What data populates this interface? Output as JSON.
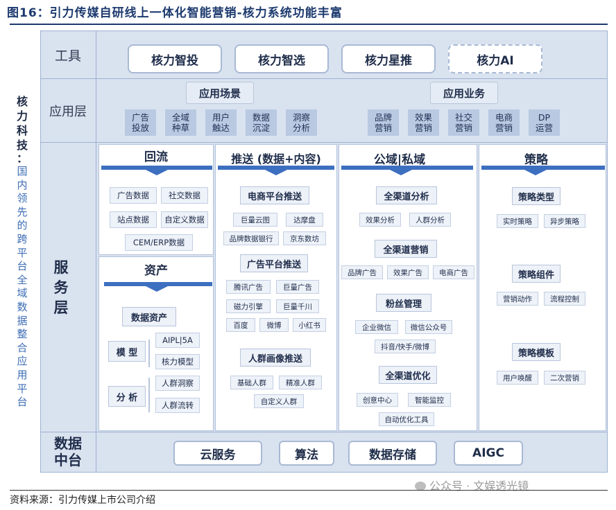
{
  "title": "图16：引力传媒自研线上一体化智能营销-核力系统功能丰富",
  "side": {
    "chars_dark": [
      "核",
      "力",
      "科",
      "技",
      "："
    ],
    "chars_blue": [
      "国",
      "内",
      "领",
      "先",
      "的",
      "跨",
      "平",
      "台",
      "全",
      "域",
      "数",
      "据",
      "整",
      "合",
      "应",
      "用",
      "平",
      "台"
    ]
  },
  "rows": {
    "tools": "工具",
    "app": "应用层",
    "service": [
      "服",
      "务",
      "层"
    ],
    "data": [
      "数据",
      "中台"
    ]
  },
  "tools": [
    "核力智投",
    "核力智选",
    "核力星推",
    "核力AI"
  ],
  "app": {
    "scene_title": "应用场景",
    "scene_items": [
      [
        "广告",
        "投放"
      ],
      [
        "全域",
        "种草"
      ],
      [
        "用户",
        "触达"
      ],
      [
        "数据",
        "沉淀"
      ],
      [
        "洞察",
        "分析"
      ]
    ],
    "biz_title": "应用业务",
    "biz_items": [
      [
        "品牌",
        "营销"
      ],
      [
        "效果",
        "营销"
      ],
      [
        "社交",
        "营销"
      ],
      [
        "电商",
        "营销"
      ],
      [
        "DP",
        "运营"
      ]
    ]
  },
  "service": {
    "huiliu": {
      "title": "回流",
      "items": [
        "广告数据",
        "社交数据",
        "站点数据",
        "自定义数据",
        "CEM/ERP数据"
      ]
    },
    "zichan": {
      "title": "资产",
      "data_asset": "数据资产",
      "model": {
        "label": "模 型",
        "items": [
          "AIPL|5A",
          "核力模型"
        ]
      },
      "analysis": {
        "label": "分 析",
        "items": [
          "人群洞察",
          "人群流转"
        ]
      }
    },
    "tuisong": {
      "title": "推送 (数据+内容)",
      "ecommerce": {
        "title": "电商平台推送",
        "items": [
          "巨量云图",
          "达摩盘",
          "品牌数据银行",
          "京东数坊"
        ]
      },
      "ad": {
        "title": "广告平台推送",
        "items": [
          "腾讯广告",
          "巨量广告",
          "磁力引擎",
          "巨量千川",
          "百度",
          "微博",
          "小红书"
        ]
      },
      "crowd": {
        "title": "人群画像推送",
        "items": [
          "基础人群",
          "精准人群",
          "自定义人群"
        ]
      }
    },
    "gongyu": {
      "title": "公域|私域",
      "analysis": {
        "title": "全渠道分析",
        "items": [
          "效果分析",
          "人群分析"
        ]
      },
      "marketing": {
        "title": "全渠道营销",
        "items": [
          "品牌广告",
          "效果广告",
          "电商广告"
        ]
      },
      "fans": {
        "title": "粉丝管理",
        "items": [
          "企业微信",
          "微信公众号",
          "抖音/快手/微博"
        ]
      },
      "optimize": {
        "title": "全渠道优化",
        "items": [
          "创意中心",
          "智能监控",
          "自动优化工具"
        ]
      }
    },
    "celue": {
      "title": "策略",
      "types": {
        "title": "策略类型",
        "items": [
          "实时策略",
          "异步策略"
        ]
      },
      "components": {
        "title": "策略组件",
        "items": [
          "营销动作",
          "流程控制"
        ]
      },
      "templates": {
        "title": "策略模板",
        "items": [
          "用户唤醒",
          "二次营销"
        ]
      }
    }
  },
  "data_center": [
    "云服务",
    "算法",
    "数据存储",
    "AIGC"
  ],
  "source": "资料来源：引力传媒上市公司介绍",
  "watermark": "公众号 · 文娱透光镜",
  "colors": {
    "title": "#1d3a6e",
    "accent": "#3d6fc0",
    "tile": "#b9c9e2",
    "frame": "#d9e2ef"
  }
}
